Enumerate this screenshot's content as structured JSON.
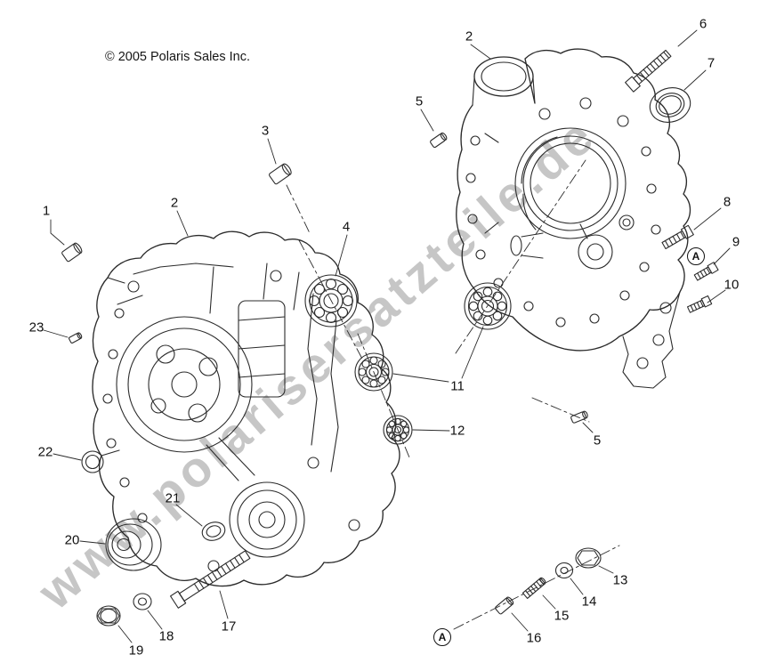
{
  "copyright": "© 2005 Polaris Sales Inc.",
  "watermark": "www.polarisersatzteile.de",
  "appearance": {
    "background": "#ffffff",
    "line_color": "#2b2b2b",
    "watermark_color": "#767676"
  },
  "diagram_subject": "crankcase exploded parts view",
  "callouts": [
    {
      "label": "1"
    },
    {
      "label": "2"
    },
    {
      "label": "2"
    },
    {
      "label": "3"
    },
    {
      "label": "4"
    },
    {
      "label": "5"
    },
    {
      "label": "5"
    },
    {
      "label": "6"
    },
    {
      "label": "7"
    },
    {
      "label": "8"
    },
    {
      "label": "9"
    },
    {
      "label": "10"
    },
    {
      "label": "11"
    },
    {
      "label": "12"
    },
    {
      "label": "13"
    },
    {
      "label": "14"
    },
    {
      "label": "15"
    },
    {
      "label": "16"
    },
    {
      "label": "17"
    },
    {
      "label": "18"
    },
    {
      "label": "19"
    },
    {
      "label": "20"
    },
    {
      "label": "21"
    },
    {
      "label": "22"
    },
    {
      "label": "23"
    }
  ],
  "ref_letters": [
    {
      "label": "A"
    },
    {
      "label": "A"
    }
  ]
}
